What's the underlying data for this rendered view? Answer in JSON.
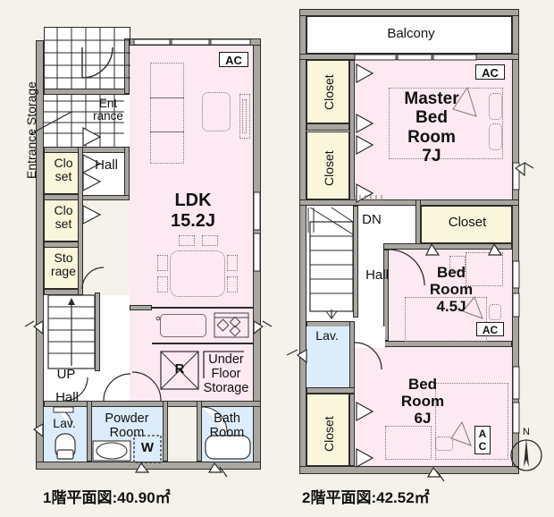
{
  "floor1": {
    "caption": "1階平面図:40.90㎡",
    "external_label": "Entrance Storage",
    "rooms": [
      {
        "name": "entrance",
        "label": "Ent\nrance"
      },
      {
        "name": "hall-upper",
        "label": "Hall"
      },
      {
        "name": "closet-1",
        "label": "Clo\nset"
      },
      {
        "name": "closet-2",
        "label": "Clo\nset"
      },
      {
        "name": "storage",
        "label": "Sto\nrage"
      },
      {
        "name": "ldk",
        "label": "LDK\n15.2J"
      },
      {
        "name": "under-floor",
        "label": "Under\nFloor\nStorage"
      },
      {
        "name": "stairs-up",
        "label": "UP"
      },
      {
        "name": "hall-lower",
        "label": "Hall"
      },
      {
        "name": "lavatory",
        "label": "Lav."
      },
      {
        "name": "powder-room",
        "label": "Powder\nRoom"
      },
      {
        "name": "bath-room",
        "label": "Bath\nRoom"
      }
    ],
    "markers": {
      "ac": "AC",
      "fridge": "R",
      "washer": "W"
    }
  },
  "floor2": {
    "caption": "2階平面図:42.52㎡",
    "rooms": [
      {
        "name": "balcony",
        "label": "Balcony"
      },
      {
        "name": "closet-top",
        "label": "Closet"
      },
      {
        "name": "closet-mid",
        "label": "Closet"
      },
      {
        "name": "master-bedroom",
        "label": "Master\nBed\nRoom\n7J"
      },
      {
        "name": "stairs-down",
        "label": "DN"
      },
      {
        "name": "hall",
        "label": "Hall"
      },
      {
        "name": "closet-hall",
        "label": "Closet"
      },
      {
        "name": "bedroom-45",
        "label": "Bed\nRoom\n4.5J"
      },
      {
        "name": "lavatory",
        "label": "Lav."
      },
      {
        "name": "closet-bottom",
        "label": "Closet"
      },
      {
        "name": "bedroom-6",
        "label": "Bed\nRoom\n6J"
      }
    ],
    "markers": {
      "ac_master": "AC",
      "ac_bed45": "AC",
      "ac_bed6": "A\nC"
    }
  },
  "compass": {
    "north_label": "N"
  },
  "colors": {
    "background": "#f4f2ea",
    "wall": "#a9a6a0",
    "room_living": "#fce9f2",
    "room_closet": "#faf6dc",
    "room_water": "#dcecfa",
    "ink": "#1a1a1a"
  }
}
